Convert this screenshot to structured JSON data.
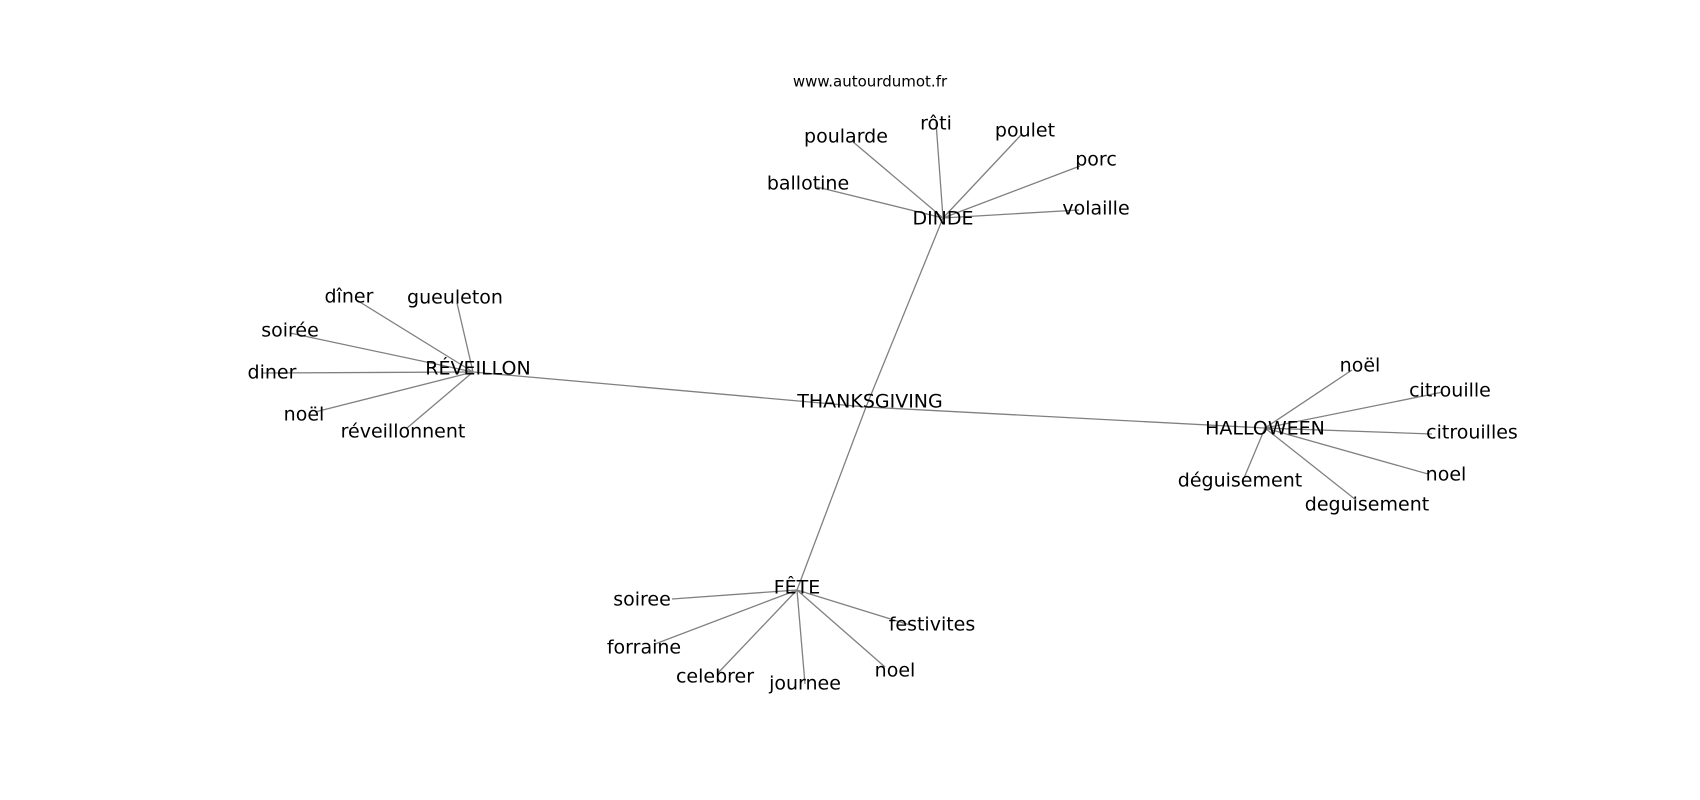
{
  "source": "www.autourdumot.fr",
  "center": "THANKSGIVING",
  "groups": [
    {
      "label": "DINDE",
      "children": [
        "poularde",
        "rôti",
        "poulet",
        "porc",
        "ballotine",
        "volaille"
      ]
    },
    {
      "label": "RÉVEILLON",
      "children": [
        "dîner",
        "gueuleton",
        "soirée",
        "diner",
        "noël",
        "réveillonnent"
      ]
    },
    {
      "label": "HALLOWEEN",
      "children": [
        "noël",
        "citrouille",
        "citrouilles",
        "noel",
        "déguisement",
        "deguisement"
      ]
    },
    {
      "label": "FÊTE",
      "children": [
        "soiree",
        "festivites",
        "forraine",
        "celebrer",
        "journee",
        "noel"
      ]
    }
  ]
}
